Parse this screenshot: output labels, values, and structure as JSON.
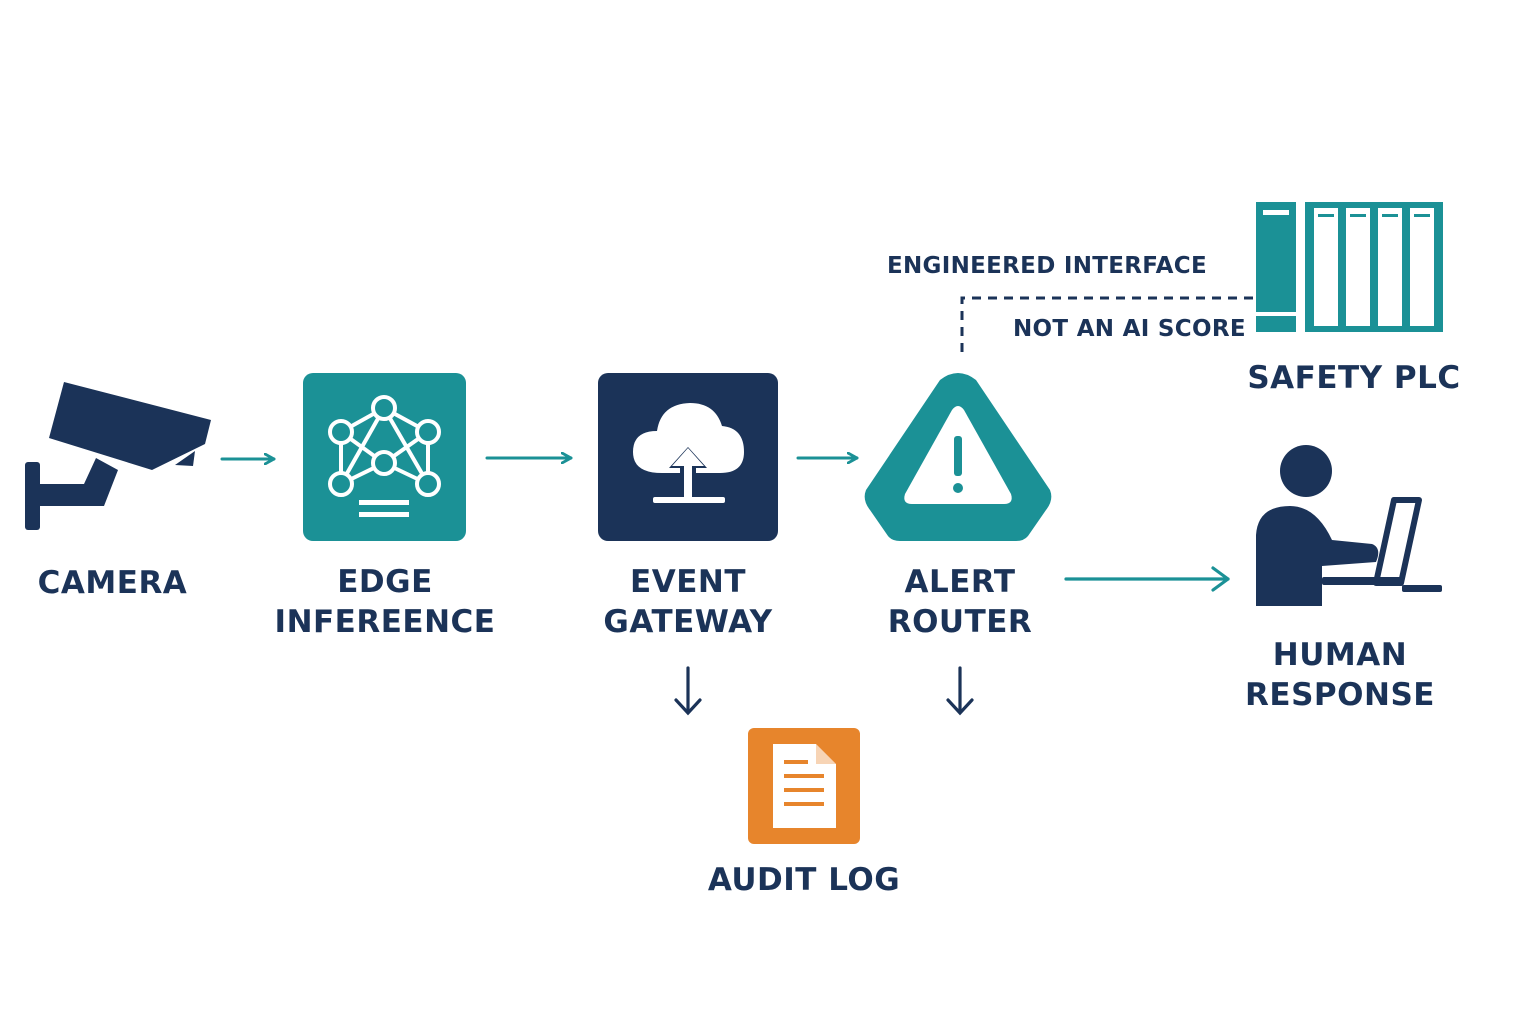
{
  "colors": {
    "navy": "#1b3358",
    "teal": "#1b9196",
    "orange": "#e7852c",
    "white": "#ffffff"
  },
  "nodes": {
    "camera": {
      "label": "CAMERA",
      "icon": "security-camera-icon"
    },
    "edge_inference": {
      "label_line1": "EDGE",
      "label_line2": "INFEREENCE",
      "icon": "neural-network-icon"
    },
    "event_gateway": {
      "label_line1": "EVENT",
      "label_line2": "GATEWAY",
      "icon": "cloud-upload-icon"
    },
    "alert_router": {
      "label_line1": "ALERT",
      "label_line2": "ROUTER",
      "icon": "warning-triangle-icon"
    },
    "safety_plc": {
      "label": "SAFETY PLC",
      "icon": "plc-rack-icon"
    },
    "human_response": {
      "label_line1": "HUMAN",
      "label_line2": "RESPONSE",
      "icon": "person-at-laptop-icon"
    },
    "audit_log": {
      "label": "AUDIT LOG",
      "icon": "document-icon"
    }
  },
  "annotations": {
    "engineered_interface": "ENGINEERED INTERFACE",
    "not_ai_score": "NOT AN AI SCORE"
  }
}
